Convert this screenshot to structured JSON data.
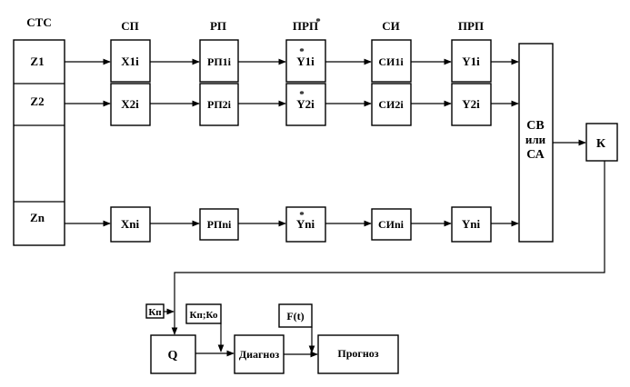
{
  "headers": {
    "stc": "СТС",
    "sp": "СП",
    "rp": "РП",
    "prp1": "ПРП",
    "prp1_mark": "*",
    "si": "СИ",
    "prp2": "ПРП"
  },
  "stc_rows": {
    "z1": "Z1",
    "z2": "Z2",
    "zn": "Zn"
  },
  "rows": [
    {
      "x": "X1i",
      "rp": "РП1i",
      "yprp": "Y1i",
      "yprp_mark": "*",
      "si": "СИ1i",
      "y": "Y1i"
    },
    {
      "x": "X2i",
      "rp": "РП2i",
      "yprp": "Y2i",
      "yprp_mark": "*",
      "si": "СИ2i",
      "y": "Y2i"
    },
    {
      "x": "Xni",
      "rp": "РПni",
      "yprp": "Yni",
      "yprp_mark": "*",
      "si": "СИni",
      "y": "Yni"
    }
  ],
  "sv": {
    "line1": "СВ",
    "line2": "или",
    "line3": "СА"
  },
  "k": "К",
  "bottom": {
    "kn": "Кп",
    "knko": "Кп;Ко",
    "ft": "F(t)",
    "q": "Q",
    "diag": "Диагноз",
    "prog": "Прогноз"
  }
}
